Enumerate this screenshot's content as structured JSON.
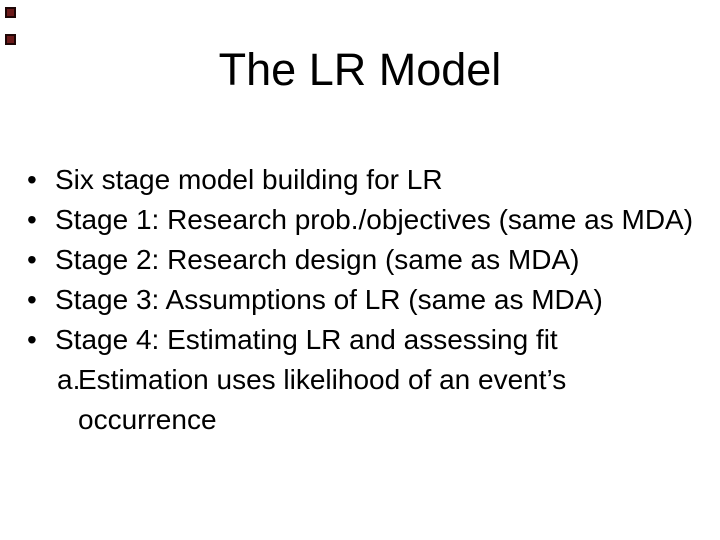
{
  "slide": {
    "title": "The LR Model",
    "bullet_char": "•",
    "bullets": [
      "Six stage model building for LR",
      "Stage 1: Research prob./objectives (same as MDA)",
      "Stage 2: Research design (same as MDA)",
      "Stage 3: Assumptions of LR (same as MDA)",
      "Stage 4: Estimating LR and assessing fit"
    ],
    "sub_item": {
      "label": "a.",
      "line1": "Estimation uses likelihood of an event’s",
      "line2": "occurrence"
    },
    "colors": {
      "background": "#ffffff",
      "text": "#000000",
      "deco_square_fill": "#6b1a1a",
      "deco_square_border": "#1f0606"
    }
  }
}
